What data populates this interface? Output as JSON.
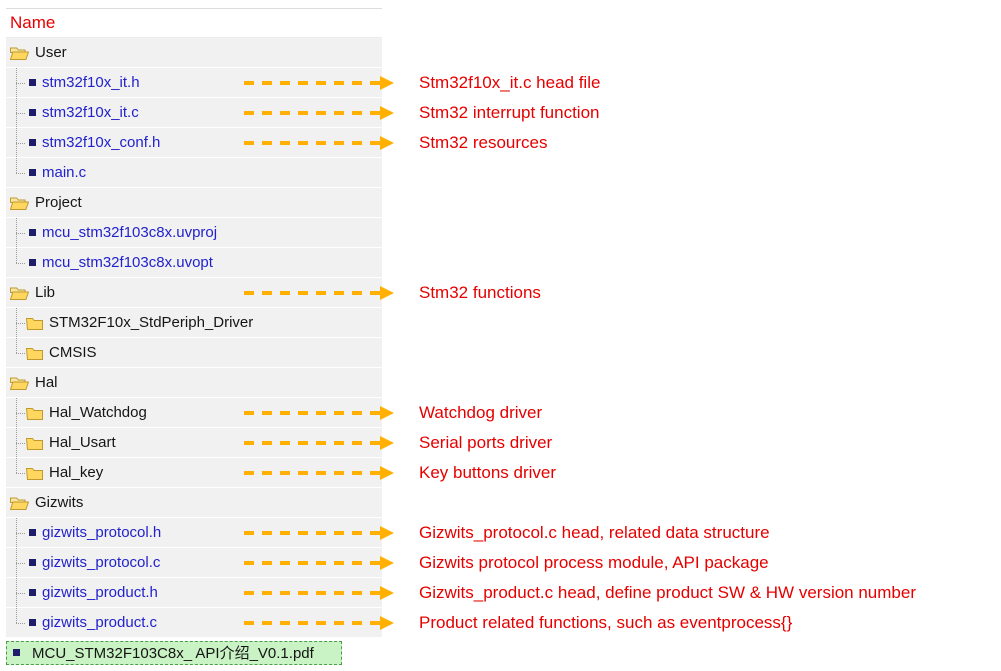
{
  "header": {
    "name_label": "Name"
  },
  "colors": {
    "annotation_red": "#e60000",
    "file_blue": "#2222cc",
    "arrow_orange": "#ffb000",
    "row_gray": "#f1f1f1",
    "selected_green_bg": "#c9f3c4",
    "selected_green_border": "#4e9a4e",
    "folder_yellow": "#ffd75e"
  },
  "icons": {
    "folder_open_icon": "open yellow folder",
    "folder_icon": "closed yellow folder",
    "file_icon": "small dark navy square bullet",
    "dashed_arrow_icon": "orange dashed arrow pointing right"
  },
  "tree": {
    "rows": [
      {
        "label": "User",
        "type": "folder",
        "level": 0
      },
      {
        "label": "stm32f10x_it.h",
        "type": "file",
        "level": 1,
        "annotation": "Stm32f10x_it.c head file"
      },
      {
        "label": "stm32f10x_it.c",
        "type": "file",
        "level": 1,
        "annotation": "Stm32 interrupt function"
      },
      {
        "label": "stm32f10x_conf.h",
        "type": "file",
        "level": 1,
        "annotation": "Stm32 resources"
      },
      {
        "label": "main.c",
        "type": "file",
        "level": 1
      },
      {
        "label": "Project",
        "type": "folder",
        "level": 0
      },
      {
        "label": "mcu_stm32f103c8x.uvproj",
        "type": "file",
        "level": 1
      },
      {
        "label": "mcu_stm32f103c8x.uvopt",
        "type": "file",
        "level": 1
      },
      {
        "label": "Lib",
        "type": "folder",
        "level": 0,
        "annotation": "Stm32 functions"
      },
      {
        "label": "STM32F10x_StdPeriph_Driver",
        "type": "folder",
        "level": 1
      },
      {
        "label": "CMSIS",
        "type": "folder",
        "level": 1
      },
      {
        "label": "Hal",
        "type": "folder",
        "level": 0
      },
      {
        "label": "Hal_Watchdog",
        "type": "folder",
        "level": 1,
        "annotation": "Watchdog driver"
      },
      {
        "label": "Hal_Usart",
        "type": "folder",
        "level": 1,
        "annotation": "Serial ports driver"
      },
      {
        "label": "Hal_key",
        "type": "folder",
        "level": 1,
        "annotation": "Key buttons driver"
      },
      {
        "label": "Gizwits",
        "type": "folder",
        "level": 0
      },
      {
        "label": "gizwits_protocol.h",
        "type": "file",
        "level": 1,
        "annotation": "Gizwits_protocol.c head, related data structure"
      },
      {
        "label": "gizwits_protocol.c",
        "type": "file",
        "level": 1,
        "annotation": "Gizwits protocol process module, API package"
      },
      {
        "label": "gizwits_product.h",
        "type": "file",
        "level": 1,
        "annotation": "Gizwits_product.c head, define product SW & HW version number"
      },
      {
        "label": "gizwits_product.c",
        "type": "file",
        "level": 1,
        "annotation": "Product related functions, such as eventprocess{}"
      },
      {
        "label": "MCU_STM32F103C8x_ API介绍_V0.1.pdf",
        "type": "file",
        "level": 0,
        "selected": true
      }
    ]
  }
}
